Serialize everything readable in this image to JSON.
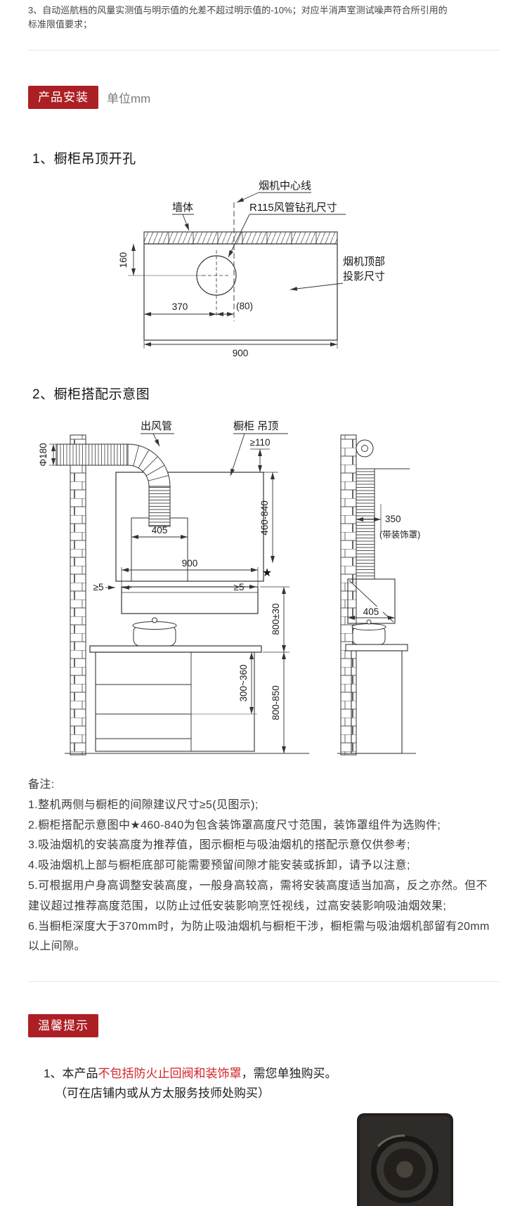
{
  "top_note": {
    "line1": "3、自动巡航档的风量实测值与明示值的允差不超过明示值的-10%；对应半消声室测试噪声符合所引用的",
    "line2": "标准限值要求；"
  },
  "install": {
    "badge": "产品安装",
    "unit": "单位mm",
    "section1": "1、橱柜吊顶开孔",
    "section2": "2、橱柜搭配示意图"
  },
  "d1": {
    "centerline": "烟机中心线",
    "r115": "R115风管钻孔尺寸",
    "wall": "墙体",
    "proj1": "烟机顶部",
    "proj2": "投影尺寸",
    "dim160": "160",
    "dim370": "370",
    "dim80": "(80)",
    "dim900": "900"
  },
  "d2": {
    "outlet": "出风管",
    "cabinet": "橱柜 吊顶",
    "phi": "Φ180",
    "gap110": "≥110",
    "dim405": "405",
    "dim900": "900",
    "gap5l": "≥5",
    "gap5r": "≥5",
    "range460": "460-840",
    "star": "★",
    "dim800a": "800±30",
    "dim300": "300~360",
    "dim800b": "800-850",
    "dim350": "350",
    "cover": "(带装饰罩)",
    "dim405b": "405"
  },
  "notes": {
    "title": "备注:",
    "items": [
      "1.整机两侧与橱柜的间隙建议尺寸≥5(见图示);",
      "2.橱柜搭配示意图中★460-840为包含装饰罩高度尺寸范围，装饰罩组件为选购件;",
      "3.吸油烟机的安装高度为推荐值，图示橱柜与吸油烟机的搭配示意仅供参考;",
      "4.吸油烟机上部与橱柜底部可能需要预留间隙才能安装或拆卸，请予以注意;",
      "5.可根据用户身高调整安装高度，一般身高较高，需将安装高度适当加高，反之亦然。但不建议超过推荐高度范围，以防止过低安装影响烹饪视线，过高安装影响吸油烟效果;",
      "6.当橱柜深度大于370mm时，为防止吸油烟机与橱柜干涉，橱柜需与吸油烟机部留有20mm以上间隙。"
    ]
  },
  "tips": {
    "badge": "温馨提示",
    "prefix": "1、本产品",
    "highlight": "不包括防火止回阀和装饰罩",
    "suffix": "，需您单独购买。",
    "line2": "（可在店铺内或从方太服务技师处购买）"
  }
}
